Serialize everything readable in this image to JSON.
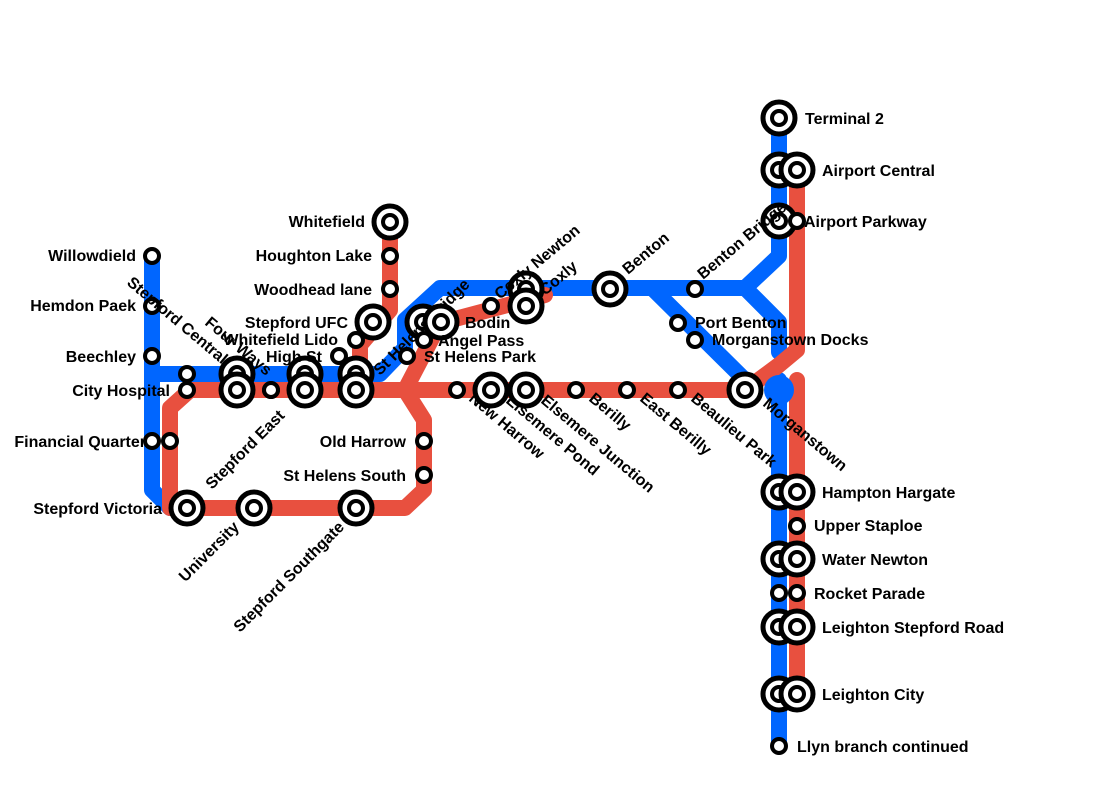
{
  "colors": {
    "blue": "#0066FF",
    "red": "#E8503F",
    "station_stroke": "#000000",
    "background": "#FFFFFF"
  },
  "lines": [
    {
      "name": "blue",
      "color": "#0066FF"
    },
    {
      "name": "red",
      "color": "#E8503F"
    }
  ],
  "stations": [
    {
      "label": "Terminal 2",
      "kind": "interchange"
    },
    {
      "label": "Airport Central",
      "kind": "interchange"
    },
    {
      "label": "Airport Parkway",
      "kind": "interchange"
    },
    {
      "label": "Willowdield",
      "kind": "stop"
    },
    {
      "label": "Hemdon Paek",
      "kind": "stop"
    },
    {
      "label": "Beechley",
      "kind": "stop"
    },
    {
      "label": "City Hospital",
      "kind": "stop"
    },
    {
      "label": "Financial Quarter",
      "kind": "stop"
    },
    {
      "label": "Stepford Victoria",
      "kind": "interchange"
    },
    {
      "label": "Stepford Central",
      "kind": "stop"
    },
    {
      "label": "Four Ways",
      "kind": "interchange"
    },
    {
      "label": "Whitefield",
      "kind": "interchange"
    },
    {
      "label": "Houghton Lake",
      "kind": "stop"
    },
    {
      "label": "Woodhead lane",
      "kind": "stop"
    },
    {
      "label": "Stepford UFC",
      "kind": "interchange"
    },
    {
      "label": "Whitefield Lido",
      "kind": "stop"
    },
    {
      "label": "High St",
      "kind": "stop"
    },
    {
      "label": "St Helens Bridge",
      "kind": "interchange"
    },
    {
      "label": "Bodin",
      "kind": "interchange"
    },
    {
      "label": "Angel Pass",
      "kind": "stop"
    },
    {
      "label": "St Helens Park",
      "kind": "stop"
    },
    {
      "label": "Coxly Newton",
      "kind": "interchange"
    },
    {
      "label": "Coxly",
      "kind": "interchange"
    },
    {
      "label": "Benton",
      "kind": "interchange"
    },
    {
      "label": "Benton Bridge",
      "kind": "stop"
    },
    {
      "label": "Port Benton",
      "kind": "stop"
    },
    {
      "label": "Morganstown Docks",
      "kind": "stop"
    },
    {
      "label": "Stepford East",
      "kind": "interchange"
    },
    {
      "label": "Old Harrow",
      "kind": "stop"
    },
    {
      "label": "St Helens South",
      "kind": "stop"
    },
    {
      "label": "University",
      "kind": "interchange"
    },
    {
      "label": "Stepford Southgate",
      "kind": "interchange"
    },
    {
      "label": "New Harrow",
      "kind": "stop"
    },
    {
      "label": "Elsemere Pond",
      "kind": "interchange"
    },
    {
      "label": "Elsemere Junction",
      "kind": "interchange"
    },
    {
      "label": "Berilly",
      "kind": "stop"
    },
    {
      "label": "East Berilly",
      "kind": "stop"
    },
    {
      "label": "Beaulieu Park",
      "kind": "stop"
    },
    {
      "label": "Morganstown",
      "kind": "interchange"
    },
    {
      "label": "Hampton Hargate",
      "kind": "interchange"
    },
    {
      "label": "Upper Staploe",
      "kind": "stop"
    },
    {
      "label": "Water Newton",
      "kind": "interchange"
    },
    {
      "label": "Rocket Parade",
      "kind": "stop"
    },
    {
      "label": "Leighton Stepford Road",
      "kind": "interchange"
    },
    {
      "label": "Leighton City",
      "kind": "interchange"
    },
    {
      "label": "Llyn branch continued",
      "kind": "stop"
    }
  ]
}
